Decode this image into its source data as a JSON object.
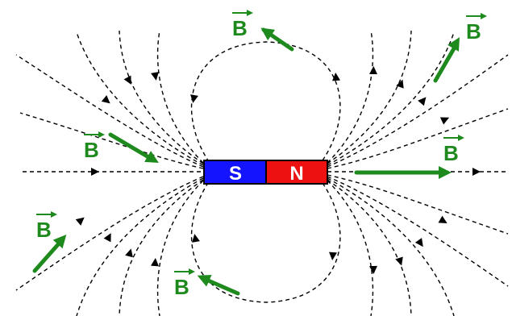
{
  "magnet": {
    "south_label": "S",
    "north_label": "N",
    "south_color": "#1414ff",
    "north_color": "#ee1111",
    "outline_color": "#000000"
  },
  "field_vector": {
    "symbol": "B",
    "color": "#1e8a1e"
  },
  "field_line_color": "#000000"
}
